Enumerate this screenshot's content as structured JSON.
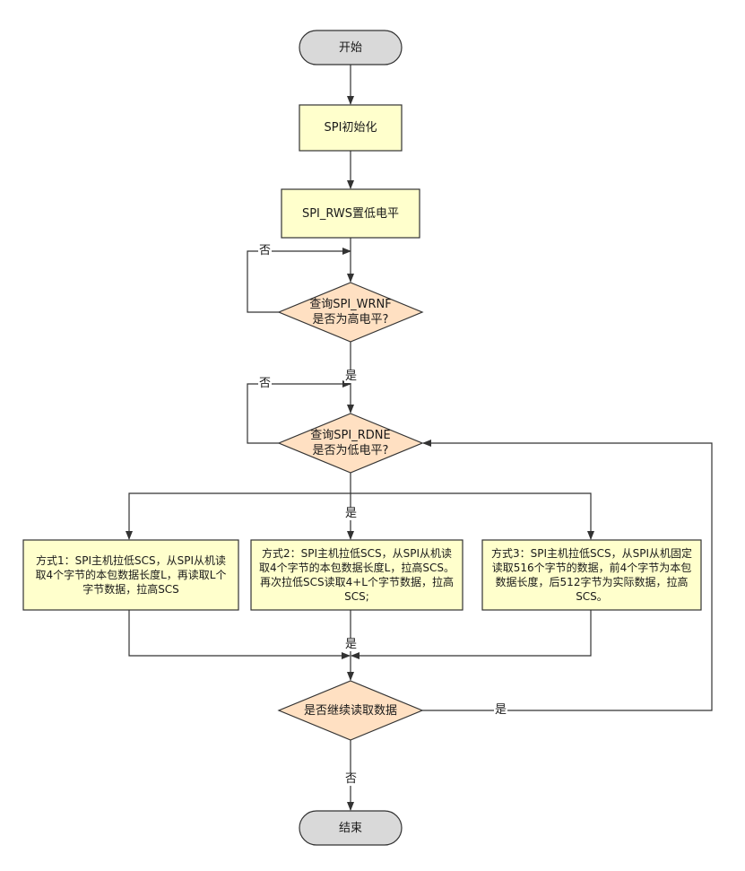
{
  "colors": {
    "terminal_fill": "#d9d9d9",
    "process_fill": "#ffffcc",
    "decision_fill": "#ffe0c2",
    "stroke": "#333333"
  },
  "nodes": {
    "start": "开始",
    "spi_init": "SPI初始化",
    "rws_low": "SPI_RWS置低电平",
    "query_wrnf": [
      "查询SPI_WRNF",
      "是否为高电平?"
    ],
    "query_rdne": [
      "查询SPI_RDNE",
      "是否为低电平?"
    ],
    "method1": "方式1：SPI主机拉低SCS，从SPI从机读取4个字节的本包数据长度L，再读取L个字节数据，拉高SCS",
    "method2": "方式2：SPI主机拉低SCS，从SPI从机读取4个字节的本包数据长度L，拉高SCS。再次拉低SCS读取4+L个字节数据，拉高SCS;",
    "method3": "方式3：SPI主机拉低SCS，从SPI从机固定读取516个字节的数据，前4个字节为本包数据长度，后512字节为实际数据，拉高SCS。",
    "continue_read": "是否继续读取数据",
    "end": "结束"
  },
  "edge_labels": {
    "wrnf_no": "否",
    "wrnf_yes": "是",
    "rdne_no": "否",
    "rdne_yes": "是",
    "merge_yes": "是",
    "continue_yes": "是",
    "continue_no": "否"
  }
}
